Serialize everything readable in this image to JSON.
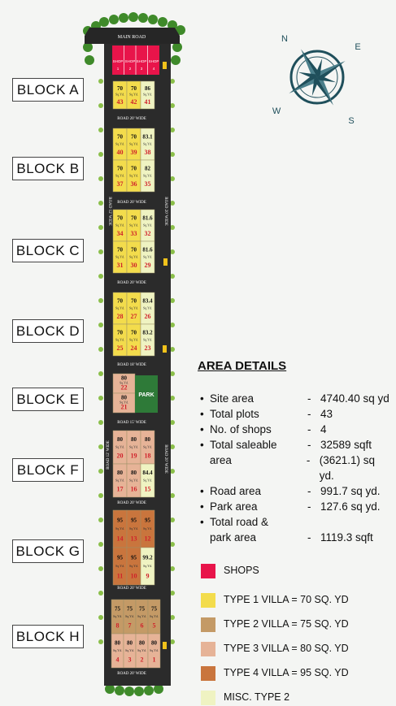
{
  "blocks": [
    "BLOCK A",
    "BLOCK B",
    "BLOCK C",
    "BLOCK D",
    "BLOCK E",
    "BLOCK F",
    "BLOCK G",
    "BLOCK H"
  ],
  "roads": {
    "main": "MAIN ROAD",
    "r20": "ROAD 20' WIDE",
    "r18": "ROAD 18' WIDE",
    "r15": "ROAD 15' WIDE",
    "r12": "ROAD 12' WIDE"
  },
  "park_label": "PARK",
  "shop_label": "SHOP",
  "unit": "Sq.Yd.",
  "compass": {
    "n": "N",
    "e": "E",
    "s": "S",
    "w": "W"
  },
  "area_details": {
    "title": "AREA DETAILS",
    "rows": [
      {
        "label": "Site area",
        "value": "4740.40 sq yd"
      },
      {
        "label": "Total plots",
        "value": "43"
      },
      {
        "label": "No. of shops",
        "value": "4"
      },
      {
        "label": "Total saleable",
        "value": "32589 sqft"
      },
      {
        "label": "area",
        "value": "(3621.1) sq yd.",
        "nobullet": true
      },
      {
        "label": "Road area",
        "value": "991.7 sq yd."
      },
      {
        "label": "Park area",
        "value": "127.6 sq yd."
      },
      {
        "label": "Total road &",
        "value": ""
      },
      {
        "label": "park area",
        "value": "1119.3 sqft",
        "nobullet": true
      }
    ]
  },
  "legend": [
    {
      "label": "SHOPS",
      "color": "#e8144a"
    },
    {
      "label": "TYPE 1 VILLA = 70 SQ. YD",
      "color": "#f3dc4c"
    },
    {
      "label": "TYPE 2 VILLA = 75 SQ. YD",
      "color": "#c49a66"
    },
    {
      "label": "TYPE 3 VILLA = 80 SQ. YD",
      "color": "#e6b397"
    },
    {
      "label": "TYPE 4 VILLA = 95 SQ. YD",
      "color": "#c9753d"
    },
    {
      "label": "MISC. TYPE 2",
      "color": "#eff3c2"
    }
  ],
  "plots": {
    "shops": [
      "1",
      "2",
      "3",
      "4"
    ],
    "A": [
      [
        "70",
        "43"
      ],
      [
        "70",
        "42"
      ],
      [
        "86",
        "41"
      ]
    ],
    "B": [
      [
        "70",
        "40"
      ],
      [
        "70",
        "39"
      ],
      [
        "83.1",
        "38"
      ],
      [
        "70",
        "37"
      ],
      [
        "70",
        "36"
      ],
      [
        "82",
        "35"
      ]
    ],
    "C": [
      [
        "70",
        "34"
      ],
      [
        "70",
        "33"
      ],
      [
        "81.6",
        "32"
      ],
      [
        "70",
        "31"
      ],
      [
        "70",
        "30"
      ],
      [
        "81.6",
        "29"
      ]
    ],
    "D": [
      [
        "70",
        "28"
      ],
      [
        "70",
        "27"
      ],
      [
        "83.4",
        "26"
      ],
      [
        "70",
        "25"
      ],
      [
        "70",
        "24"
      ],
      [
        "83.2",
        "23"
      ]
    ],
    "E": [
      [
        "80",
        "22"
      ],
      [
        "80",
        "21"
      ]
    ],
    "F": [
      [
        "80",
        "20"
      ],
      [
        "80",
        "19"
      ],
      [
        "80",
        "18"
      ],
      [
        "80",
        "17"
      ],
      [
        "80",
        "16"
      ],
      [
        "84.4",
        "15"
      ]
    ],
    "G": [
      [
        "95",
        "14"
      ],
      [
        "95",
        "13"
      ],
      [
        "95",
        "12"
      ],
      [
        "95",
        "11"
      ],
      [
        "95",
        "10"
      ],
      [
        "99.2",
        "9"
      ]
    ],
    "H": [
      [
        "75",
        "8"
      ],
      [
        "75",
        "7"
      ],
      [
        "75",
        "6"
      ],
      [
        "75",
        "5"
      ],
      [
        "80",
        "4"
      ],
      [
        "80",
        "3"
      ],
      [
        "80",
        "2"
      ],
      [
        "80",
        "1"
      ]
    ]
  }
}
